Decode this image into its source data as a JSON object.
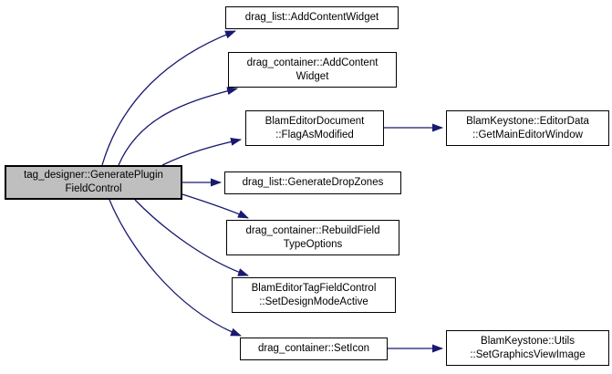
{
  "diagram": {
    "kind": "call-graph",
    "colors": {
      "background": "#ffffff",
      "edge": "#191970",
      "node_border": "#000000",
      "node_fill": "#ffffff",
      "highlight_fill": "#bfbfbf",
      "text": "#000000"
    }
  },
  "nodes": {
    "main": {
      "lines": [
        "tag_designer::GeneratePlugin",
        "FieldControl"
      ]
    },
    "add_content_widget_list": {
      "lines": [
        "drag_list::AddContentWidget"
      ]
    },
    "add_content_widget_container": {
      "lines": [
        "drag_container::AddContent",
        "Widget"
      ]
    },
    "flag_as_modified": {
      "lines": [
        "BlamEditorDocument",
        "::FlagAsModified"
      ]
    },
    "get_main_editor_window": {
      "lines": [
        "BlamKeystone::EditorData",
        "::GetMainEditorWindow"
      ]
    },
    "generate_drop_zones": {
      "lines": [
        "drag_list::GenerateDropZones"
      ]
    },
    "rebuild_field_type_options": {
      "lines": [
        "drag_container::RebuildField",
        "TypeOptions"
      ]
    },
    "set_design_mode_active": {
      "lines": [
        "BlamEditorTagFieldControl",
        "::SetDesignModeActive"
      ]
    },
    "set_icon": {
      "lines": [
        "drag_container::SetIcon"
      ]
    },
    "set_graphics_view_image": {
      "lines": [
        "BlamKeystone::Utils",
        "::SetGraphicsViewImage"
      ]
    }
  },
  "edges": [
    {
      "from": "tag_designer::GeneratePluginFieldControl",
      "to": "drag_list::AddContentWidget"
    },
    {
      "from": "tag_designer::GeneratePluginFieldControl",
      "to": "drag_container::AddContentWidget"
    },
    {
      "from": "tag_designer::GeneratePluginFieldControl",
      "to": "BlamEditorDocument::FlagAsModified"
    },
    {
      "from": "tag_designer::GeneratePluginFieldControl",
      "to": "drag_list::GenerateDropZones"
    },
    {
      "from": "tag_designer::GeneratePluginFieldControl",
      "to": "drag_container::RebuildFieldTypeOptions"
    },
    {
      "from": "tag_designer::GeneratePluginFieldControl",
      "to": "BlamEditorTagFieldControl::SetDesignModeActive"
    },
    {
      "from": "tag_designer::GeneratePluginFieldControl",
      "to": "drag_container::SetIcon"
    },
    {
      "from": "BlamEditorDocument::FlagAsModified",
      "to": "BlamKeystone::EditorData::GetMainEditorWindow"
    },
    {
      "from": "drag_container::SetIcon",
      "to": "BlamKeystone::Utils::SetGraphicsViewImage"
    }
  ]
}
